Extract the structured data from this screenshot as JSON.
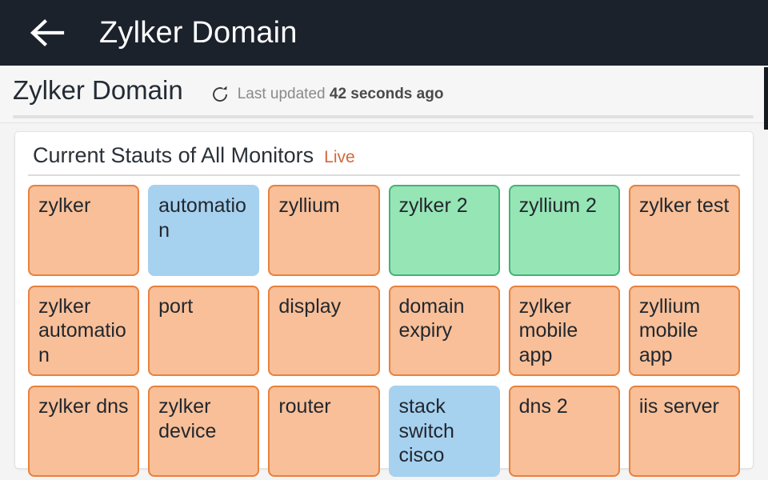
{
  "appbar": {
    "back_icon": "arrow-left-icon",
    "title": "Zylker Domain"
  },
  "subheader": {
    "domain_name": "Zylker Domain",
    "refresh_icon": "refresh-icon",
    "last_updated_label": "Last updated",
    "last_updated_value": "42 seconds ago"
  },
  "card": {
    "title": "Current Stauts of All Monitors",
    "live_label": "Live"
  },
  "colors": {
    "appbar_bg": "#1b222c",
    "down_fill": "#f8bf98",
    "down_border": "#e8813d",
    "up_fill": "#96e5b5",
    "up_border": "#44b277",
    "trouble_fill": "#a6d1ef",
    "live_accent": "#d4683a"
  },
  "monitors": [
    {
      "label": "zylker",
      "status": "down"
    },
    {
      "label": "automation",
      "status": "trouble"
    },
    {
      "label": "zyllium",
      "status": "down"
    },
    {
      "label": "zylker 2",
      "status": "up"
    },
    {
      "label": "zyllium 2",
      "status": "up"
    },
    {
      "label": "zylker test",
      "status": "down"
    },
    {
      "label": "zylker automation",
      "status": "down"
    },
    {
      "label": "port",
      "status": "down"
    },
    {
      "label": "display",
      "status": "down"
    },
    {
      "label": "domain expiry",
      "status": "down"
    },
    {
      "label": "zylker mobile app",
      "status": "down"
    },
    {
      "label": "zyllium mobile app",
      "status": "down"
    },
    {
      "label": "zylker dns",
      "status": "down"
    },
    {
      "label": "zylker device",
      "status": "down"
    },
    {
      "label": "router",
      "status": "down"
    },
    {
      "label": "stack switch cisco",
      "status": "trouble"
    },
    {
      "label": "dns 2",
      "status": "down"
    },
    {
      "label": "iis server",
      "status": "down"
    }
  ]
}
